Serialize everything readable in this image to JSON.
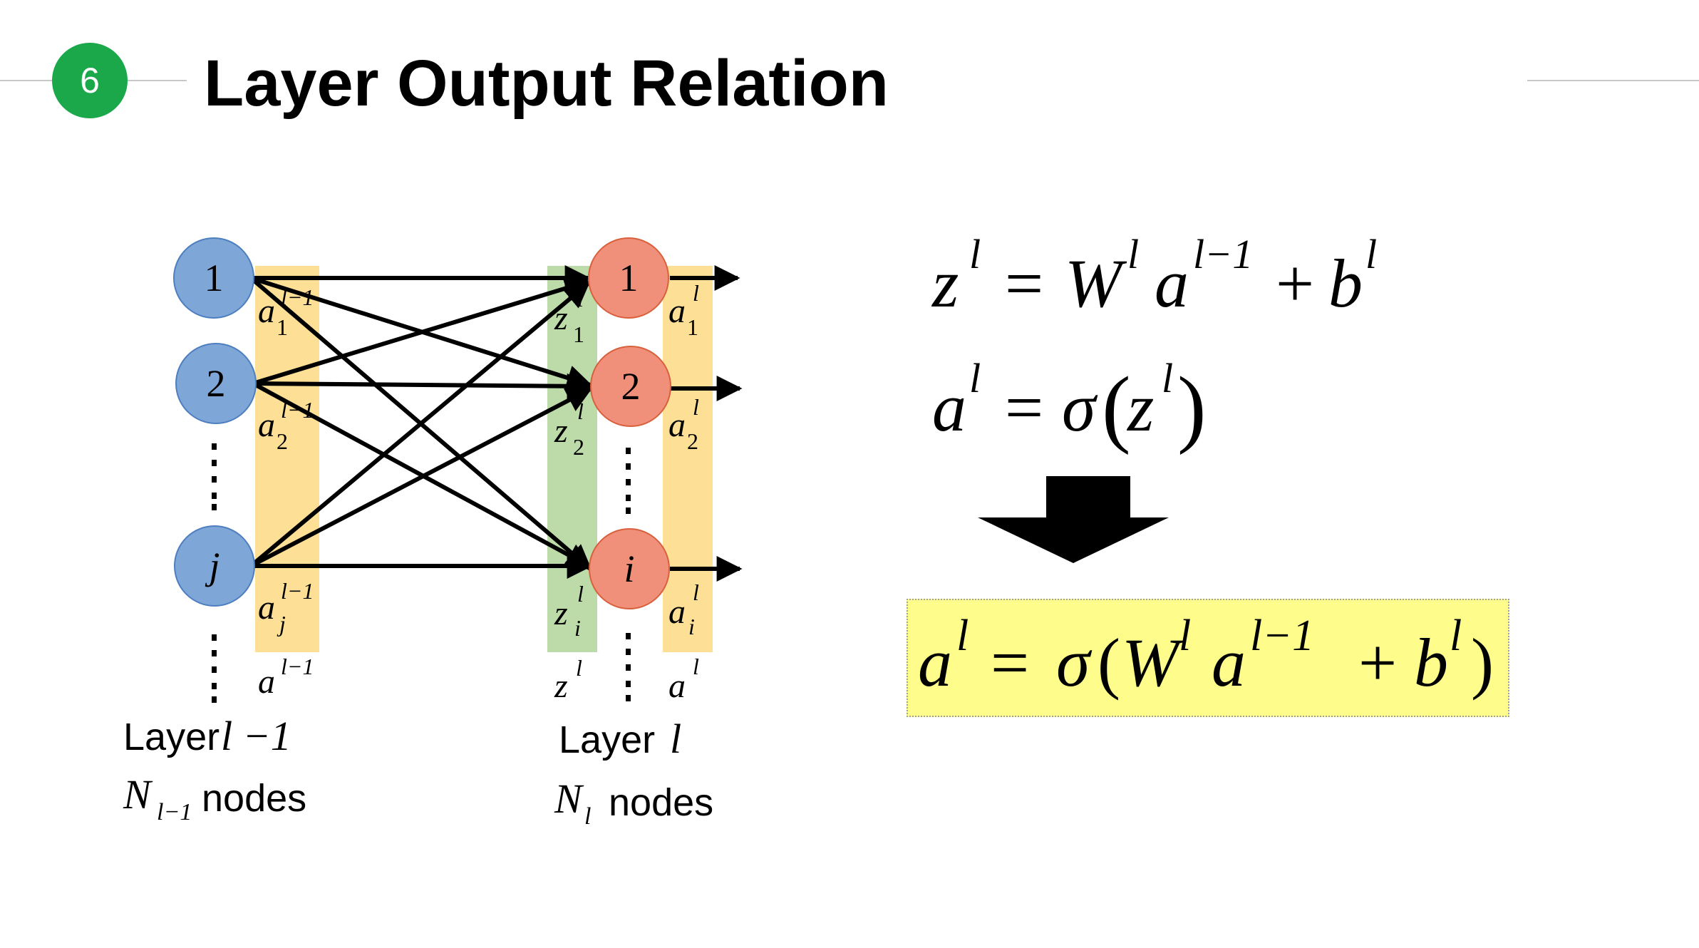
{
  "slide": {
    "number": "6",
    "title": "Layer Output Relation"
  },
  "colors": {
    "badge": "#1aa84b",
    "input_node": "#7ea7d8",
    "output_node": "#f0907a",
    "activation_band": "#fddf95",
    "weighted_band": "#bcdba8",
    "result_box": "#fefc8a"
  },
  "input_layer": {
    "nodes": [
      "1",
      "2",
      "j"
    ],
    "activation_labels": [
      "a",
      "a",
      "a"
    ],
    "activation_subscripts": [
      "1",
      "2",
      "j"
    ],
    "activation_superscript": "l−1",
    "vector_label": "a",
    "vector_superscript": "l−1",
    "layer_word": "Layer",
    "layer_index": "l −1",
    "count_symbol": "N",
    "count_subscript": "l−1",
    "count_word": "nodes"
  },
  "output_layer": {
    "nodes": [
      "1",
      "2",
      "i"
    ],
    "z_labels": [
      "z",
      "z",
      "z"
    ],
    "a_labels": [
      "a",
      "a",
      "a"
    ],
    "subscripts": [
      "1",
      "2",
      "i"
    ],
    "superscript": "l",
    "z_vector_label": "z",
    "a_vector_label": "a",
    "vector_superscript": "l",
    "layer_word": "Layer",
    "layer_index": "l",
    "count_symbol": "N",
    "count_subscript": "l",
    "count_word": "nodes"
  },
  "equations": {
    "eq1": {
      "z": "z",
      "sup_l": "l",
      "eq": "=",
      "W": "W",
      "a": "a",
      "sup_lm1": "l−1",
      "plus": "+",
      "b": "b"
    },
    "eq2": {
      "a": "a",
      "sup_l": "l",
      "eq": "=",
      "sigma": "σ",
      "open": "(",
      "z": "z",
      "close": ")"
    },
    "result": {
      "a": "a",
      "sup_l": "l",
      "eq": "=",
      "sigma": "σ",
      "open": "(",
      "W": "W",
      "a2": "a",
      "sup_lm1": "l−1",
      "plus": "+",
      "b": "b",
      "close": ")"
    }
  }
}
